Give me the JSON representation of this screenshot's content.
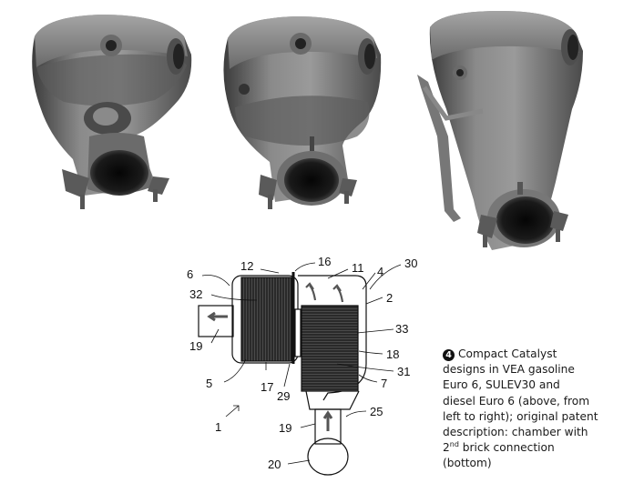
{
  "figure": {
    "renders": [
      {
        "name": "vea-gasoline-euro6-catalyst"
      },
      {
        "name": "sulev30-catalyst"
      },
      {
        "name": "diesel-euro6-catalyst"
      }
    ],
    "diagram_labels": {
      "l1": "1",
      "l2": "2",
      "l4": "4",
      "l5": "5",
      "l6": "6",
      "l7": "7",
      "l11": "11",
      "l12": "12",
      "l16": "16",
      "l17": "17",
      "l18": "18",
      "l19a": "19",
      "l19b": "19",
      "l20": "20",
      "l25": "25",
      "l29": "29",
      "l30": "30",
      "l31": "31",
      "l32": "32",
      "l33": "33"
    }
  },
  "caption": {
    "number": "4",
    "lines": [
      "Compact Catalyst",
      "designs in VEA gasoline",
      "Euro 6, SULEV30 and",
      "diesel Euro 6 (above, from",
      "left to right); original patent",
      "description: chamber with"
    ],
    "line7_pre": "2",
    "line7_sup": "nd",
    "line7_post": " brick connection",
    "line8": "(bottom)"
  }
}
